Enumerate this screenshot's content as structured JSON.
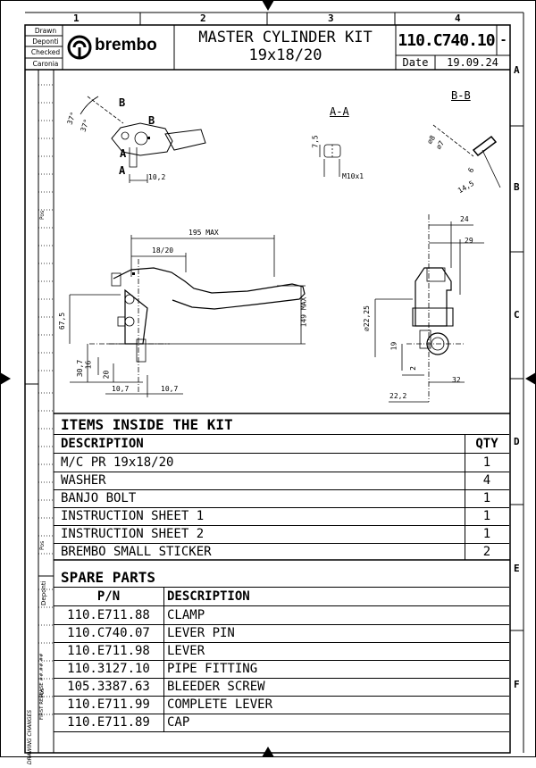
{
  "columns": [
    "1",
    "2",
    "3",
    "4"
  ],
  "rows": [
    "A",
    "B",
    "C",
    "D",
    "E",
    "F"
  ],
  "title_block": {
    "roles": [
      "Drawn",
      "Deponti",
      "Checked",
      "Caronia"
    ],
    "brand": "brembo",
    "title_line1": "MASTER CYLINDER KIT",
    "title_line2": "19x18/20",
    "part_number": "110.C740.10",
    "rev": "-",
    "date_label": "Date",
    "date_value": "19.09.24"
  },
  "side_labels": {
    "pos": "Pos",
    "deponti": "Deponti",
    "first_release": "FIRST RELEASE ##.##.##",
    "drawing_changes": "DRAWING CHANGES"
  },
  "drawing": {
    "view_aa": "A-A",
    "view_bb": "B-B",
    "label_a": "A",
    "label_b": "B",
    "angle1": "37°",
    "angle2": "37°",
    "dim_10_2": "10,2",
    "dim_7_5": "7,5",
    "dim_m10": "M10x1",
    "dim_d8": "∅8",
    "dim_d7": "∅7",
    "dim_6": "6",
    "dim_14_5": "14,5",
    "dim_195": "195 MAX",
    "dim_18_20": "18/20",
    "dim_149": "149 MAX",
    "dim_67_5": "67,5",
    "dim_30_7": "30,7",
    "dim_16": "16",
    "dim_20": "20",
    "dim_10_7a": "10,7",
    "dim_10_7b": "10,7",
    "dim_24": "24",
    "dim_29": "29",
    "dim_d22_25": "∅22,25",
    "dim_19": "19",
    "dim_2": "2",
    "dim_32": "32",
    "dim_22_2": "22,2"
  },
  "kit": {
    "title": "ITEMS INSIDE THE KIT",
    "col_desc": "DESCRIPTION",
    "col_qty": "QTY",
    "items": [
      {
        "desc": "M/C PR 19x18/20",
        "qty": "1"
      },
      {
        "desc": "WASHER",
        "qty": "4"
      },
      {
        "desc": "BANJO BOLT",
        "qty": "1"
      },
      {
        "desc": "INSTRUCTION SHEET 1",
        "qty": "1"
      },
      {
        "desc": "INSTRUCTION SHEET 2",
        "qty": "1"
      },
      {
        "desc": "BREMBO SMALL STICKER",
        "qty": "2"
      }
    ]
  },
  "spare": {
    "title": "SPARE PARTS",
    "col_pn": "P/N",
    "col_desc": "DESCRIPTION",
    "items": [
      {
        "pn": "110.E711.88",
        "desc": "CLAMP"
      },
      {
        "pn": "110.C740.07",
        "desc": "LEVER PIN"
      },
      {
        "pn": "110.E711.98",
        "desc": "LEVER"
      },
      {
        "pn": "110.3127.10",
        "desc": "PIPE FITTING"
      },
      {
        "pn": "105.3387.63",
        "desc": "BLEEDER SCREW"
      },
      {
        "pn": "110.E711.99",
        "desc": "COMPLETE LEVER"
      },
      {
        "pn": "110.E711.89",
        "desc": "CAP"
      }
    ]
  }
}
